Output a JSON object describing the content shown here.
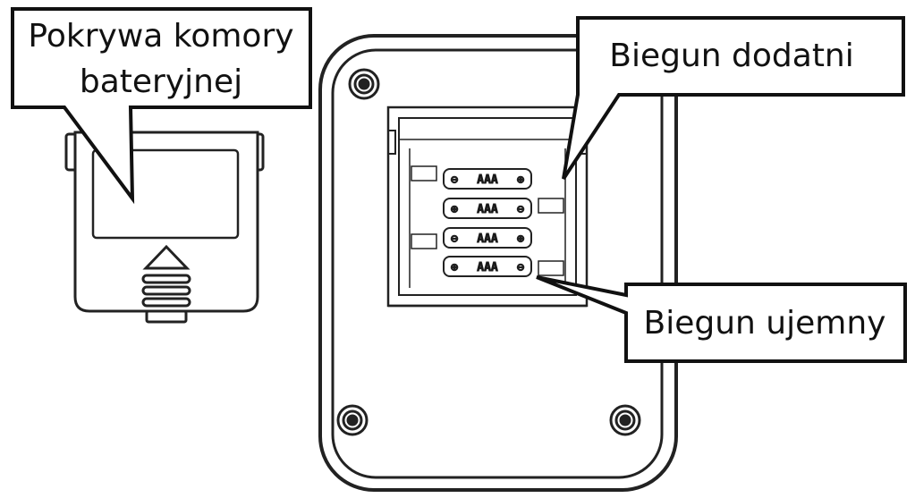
{
  "callouts": {
    "cover": {
      "line1": "Pokrywa komory",
      "line2": "bateryjnej"
    },
    "positive": {
      "text": "Biegun dodatni"
    },
    "negative": {
      "text": "Biegun ujemny"
    }
  },
  "batteries": [
    {
      "type": "AAA",
      "left_pole": "⊖",
      "right_pole": "⊕"
    },
    {
      "type": "AAA",
      "left_pole": "⊕",
      "right_pole": "⊖"
    },
    {
      "type": "AAA",
      "left_pole": "⊖",
      "right_pole": "⊕"
    },
    {
      "type": "AAA",
      "left_pole": "⊕",
      "right_pole": "⊖"
    }
  ]
}
